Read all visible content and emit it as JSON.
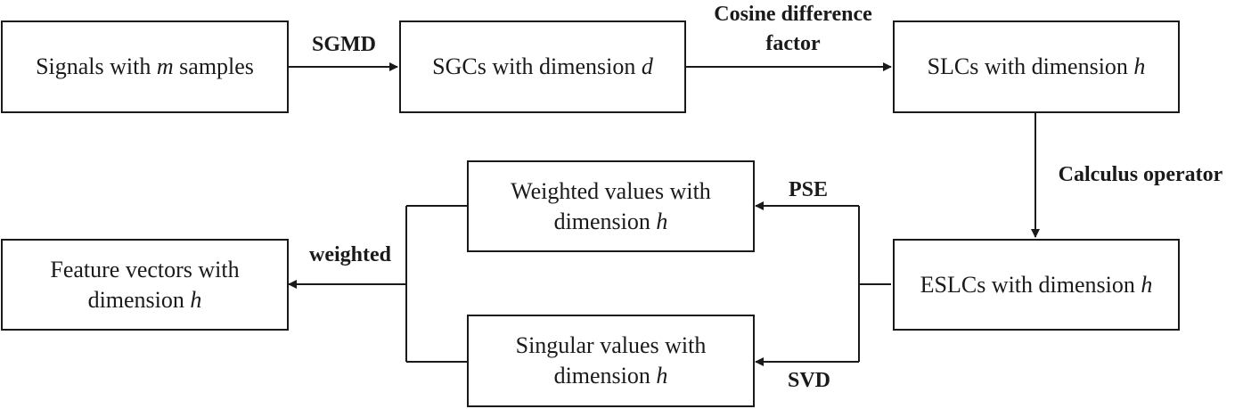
{
  "boxes": {
    "signals": {
      "pre": "Signals with ",
      "var": "m",
      "post": " samples"
    },
    "sgcs": {
      "pre": "SGCs with dimension ",
      "var": "d"
    },
    "slcs": {
      "pre": "SLCs with dimension ",
      "var": "h"
    },
    "eslcs": {
      "pre": "ESLCs with dimension ",
      "var": "h"
    },
    "weighted": {
      "line1": "Weighted values with",
      "pre2": "dimension ",
      "var": "h"
    },
    "singular": {
      "line1": "Singular values with",
      "pre2": "dimension ",
      "var": "h"
    },
    "feature": {
      "line1": "Feature vectors with",
      "pre2": "dimension ",
      "var": "h"
    }
  },
  "edges": {
    "sgmd": "SGMD",
    "cosine_line1": "Cosine difference",
    "cosine_line2": "factor",
    "calculus": "Calculus operator",
    "pse": "PSE",
    "svd": "SVD",
    "weighted": "weighted"
  }
}
